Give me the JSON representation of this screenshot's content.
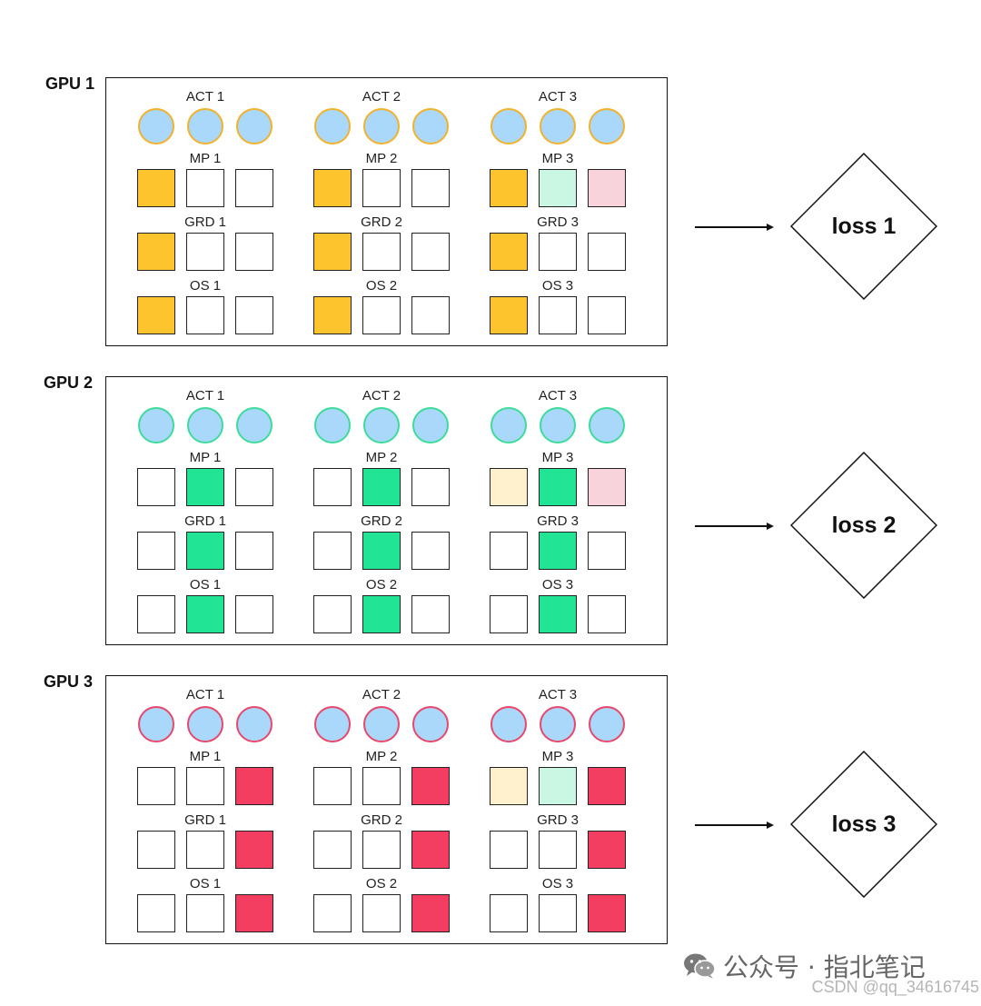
{
  "colors": {
    "orange": "#fec42e",
    "green": "#21e595",
    "red": "#f33d61",
    "light_orange": "#fff1ce",
    "light_green": "#c9f7e4",
    "light_red": "#f9d3dc",
    "act_fill": "#a9d8fb",
    "act_border_gpu1": "#f1b22e",
    "act_border_gpu2": "#3ddc9a",
    "act_border_gpu3": "#e9476b"
  },
  "groups": [
    "1",
    "2",
    "3"
  ],
  "row_labels": {
    "act": "ACT",
    "mp": "MP",
    "grd": "GRD",
    "os": "OS"
  },
  "gpus": [
    {
      "label": "GPU 1",
      "act_border": "act_border_gpu1",
      "loss": "loss 1",
      "cells": {
        "mp": [
          [
            "orange",
            "white",
            "white"
          ],
          [
            "orange",
            "white",
            "white"
          ],
          [
            "orange",
            "light_green",
            "light_red"
          ]
        ],
        "grd": [
          [
            "orange",
            "white",
            "white"
          ],
          [
            "orange",
            "white",
            "white"
          ],
          [
            "orange",
            "white",
            "white"
          ]
        ],
        "os": [
          [
            "orange",
            "white",
            "white"
          ],
          [
            "orange",
            "white",
            "white"
          ],
          [
            "orange",
            "white",
            "white"
          ]
        ]
      }
    },
    {
      "label": "GPU 2",
      "act_border": "act_border_gpu2",
      "loss": "loss 2",
      "cells": {
        "mp": [
          [
            "white",
            "green",
            "white"
          ],
          [
            "white",
            "green",
            "white"
          ],
          [
            "light_orange",
            "green",
            "light_red"
          ]
        ],
        "grd": [
          [
            "white",
            "green",
            "white"
          ],
          [
            "white",
            "green",
            "white"
          ],
          [
            "white",
            "green",
            "white"
          ]
        ],
        "os": [
          [
            "white",
            "green",
            "white"
          ],
          [
            "white",
            "green",
            "white"
          ],
          [
            "white",
            "green",
            "white"
          ]
        ]
      }
    },
    {
      "label": "GPU 3",
      "act_border": "act_border_gpu3",
      "loss": "loss 3",
      "cells": {
        "mp": [
          [
            "white",
            "white",
            "red"
          ],
          [
            "white",
            "white",
            "red"
          ],
          [
            "light_orange",
            "light_green",
            "red"
          ]
        ],
        "grd": [
          [
            "white",
            "white",
            "red"
          ],
          [
            "white",
            "white",
            "red"
          ],
          [
            "white",
            "white",
            "red"
          ]
        ],
        "os": [
          [
            "white",
            "white",
            "red"
          ],
          [
            "white",
            "white",
            "red"
          ],
          [
            "white",
            "white",
            "red"
          ]
        ]
      }
    }
  ],
  "watermark": {
    "text": "公众号 · 指北笔记",
    "icon": "wechat-icon"
  },
  "csdn": "CSDN @qq_34616745"
}
